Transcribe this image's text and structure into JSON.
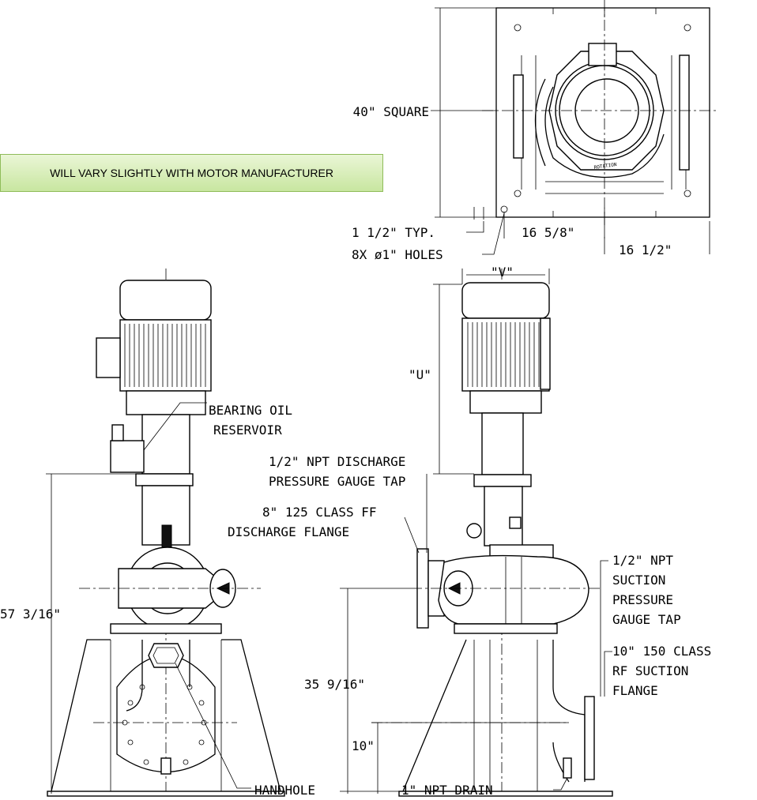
{
  "note": "WILL VARY SLIGHTLY WITH MOTOR MANUFACTURER",
  "dims": {
    "square": "40\" SQUARE",
    "typ": "1 1/2\" TYP.",
    "holes": "8X ø1\" HOLES",
    "d16_58": "16 5/8\"",
    "d16_12": "16 1/2\"",
    "v": "\"V\"",
    "u": "\"U\"",
    "h57": "57 3/16\"",
    "h35": "35 9/16\"",
    "h10": "10\""
  },
  "callouts": {
    "bearing_1": "BEARING OIL",
    "bearing_2": "RESERVOIR",
    "npt_dis_1": "1/2\" NPT DISCHARGE",
    "npt_dis_2": "PRESSURE GAUGE TAP",
    "dis_flange_1": "8\" 125 CLASS FF",
    "dis_flange_2": "DISCHARGE FLANGE",
    "suc_tap_1": "1/2\" NPT",
    "suc_tap_2": "SUCTION",
    "suc_tap_3": "PRESSURE",
    "suc_tap_4": "GAUGE TAP",
    "suc_flange_1": "10\" 150 CLASS",
    "suc_flange_2": "RF SUCTION",
    "suc_flange_3": "FLANGE",
    "handhole": "HANDHOLE",
    "drain": "1\" NPT DRAIN",
    "rotation": "ROTATION"
  }
}
